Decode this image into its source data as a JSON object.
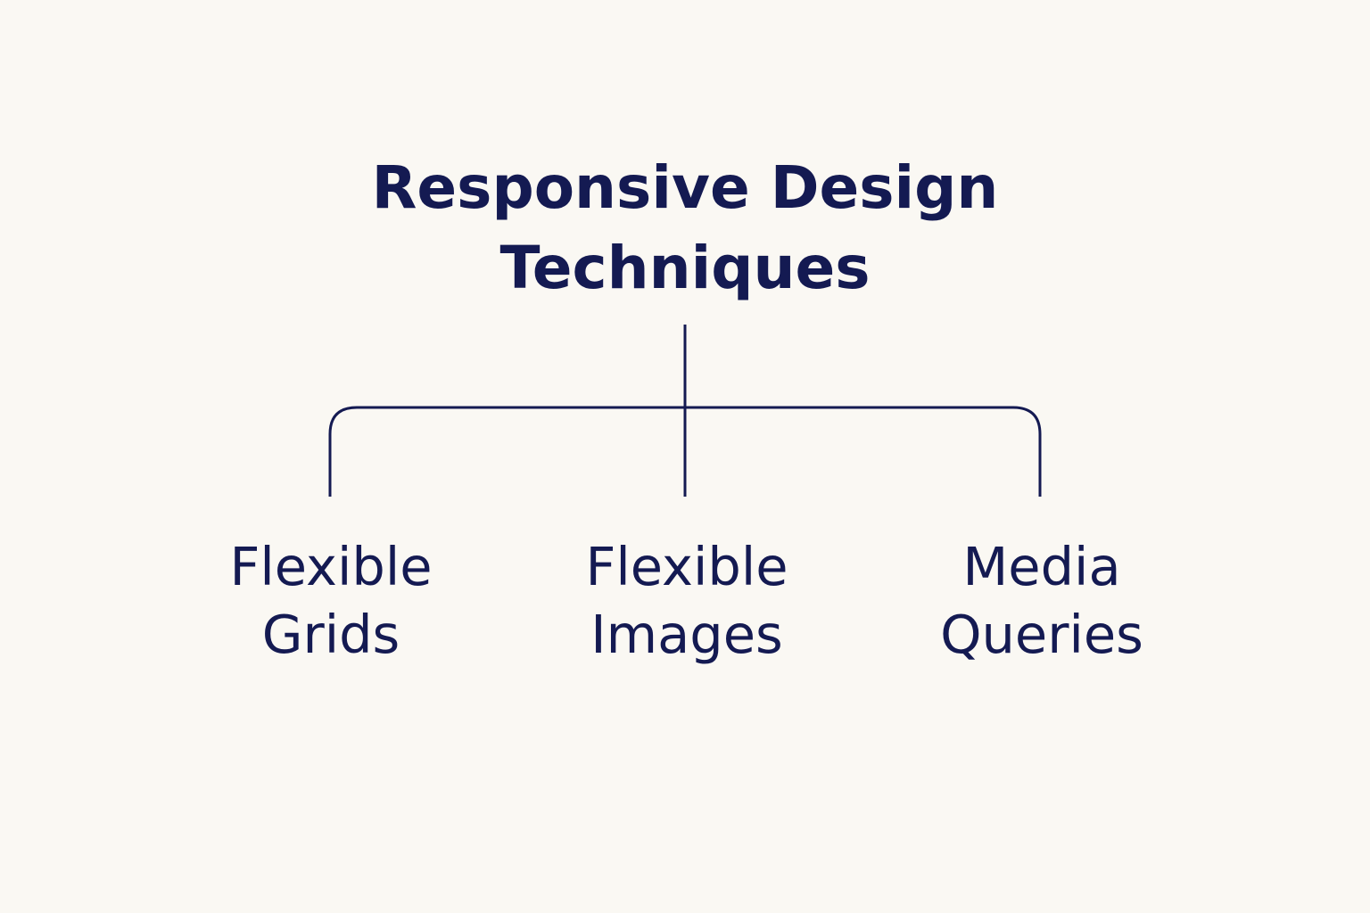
{
  "diagram": {
    "root": {
      "lines": [
        "Responsive Design",
        "Techniques"
      ]
    },
    "children": [
      {
        "lines": [
          "Flexible",
          "Grids"
        ]
      },
      {
        "lines": [
          "Flexible",
          "Images"
        ]
      },
      {
        "lines": [
          "Media",
          "Queries"
        ]
      }
    ]
  },
  "colors": {
    "background": "#faf8f3",
    "ink": "#141a52"
  }
}
